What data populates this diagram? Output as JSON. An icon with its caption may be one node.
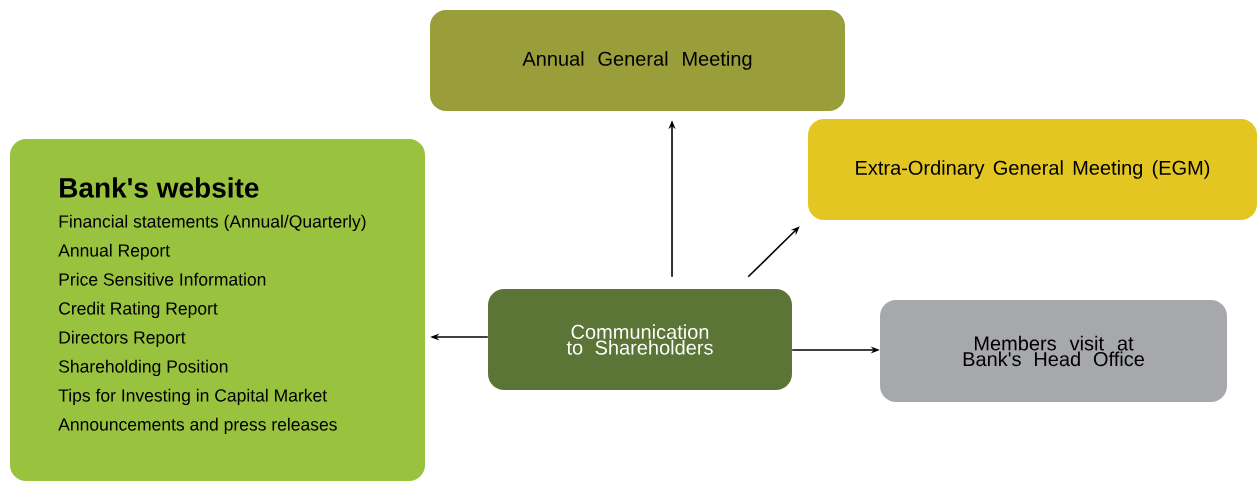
{
  "diagram": {
    "nodes": [
      {
        "text": [
          "Annual General Meeting"
        ]
      },
      {
        "text": [
          "Bank's website",
          "Financial statements (Annual/Quarterly)",
          "Annual Report",
          "Price Sensitive Information",
          "Credit Rating Report",
          "Directors Report",
          "Shareholding Position",
          "Tips for Investing in Capital Market",
          "Announcements and press releases"
        ]
      },
      {
        "text": [
          "Extra-Ordinary General Meeting (EGM)"
        ]
      },
      {
        "text": [
          "Communication to Shareholders"
        ]
      },
      {
        "text": [
          "Members visit at Bank's Head Office"
        ]
      }
    ],
    "edges": [
      {
        "from": 3,
        "to": 0,
        "arrow": "to"
      },
      {
        "from": 3,
        "to": 2,
        "arrow": "to"
      },
      {
        "from": 3,
        "to": 1,
        "arrow": "to"
      },
      {
        "from": 3,
        "to": 4,
        "arrow": "to"
      }
    ]
  }
}
